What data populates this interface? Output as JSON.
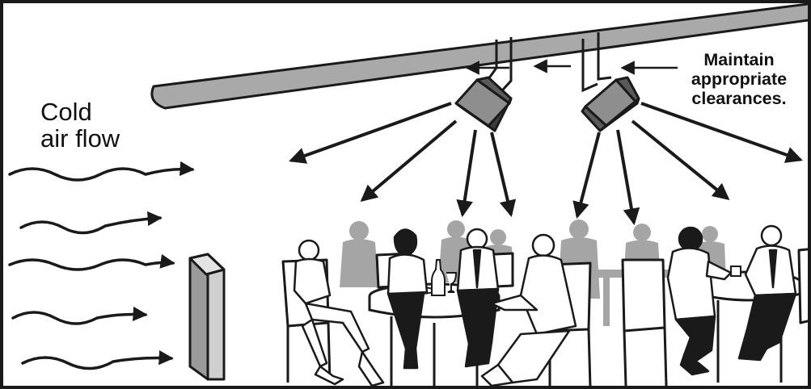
{
  "labels": {
    "cold_air_flow": "Cold\nair flow",
    "clearances": "Maintain\nappropriate\nclearances."
  },
  "icons": [
    "ceiling",
    "infrared-heater",
    "heat-ray-arrow",
    "clearance-arrow",
    "cold-air-arrow",
    "doorway",
    "seated-diners",
    "restaurant-table",
    "chair",
    "wine-glass",
    "bottle"
  ],
  "colors": {
    "outline": "#1a1a1a",
    "ceiling": "#a9a9a9",
    "heater_front": "#8e8e8e",
    "heater_side": "#5a5a5a",
    "background_people": "#a5a5a5",
    "door_face": "#cfcfcf",
    "door_side": "#9a9a9a"
  }
}
